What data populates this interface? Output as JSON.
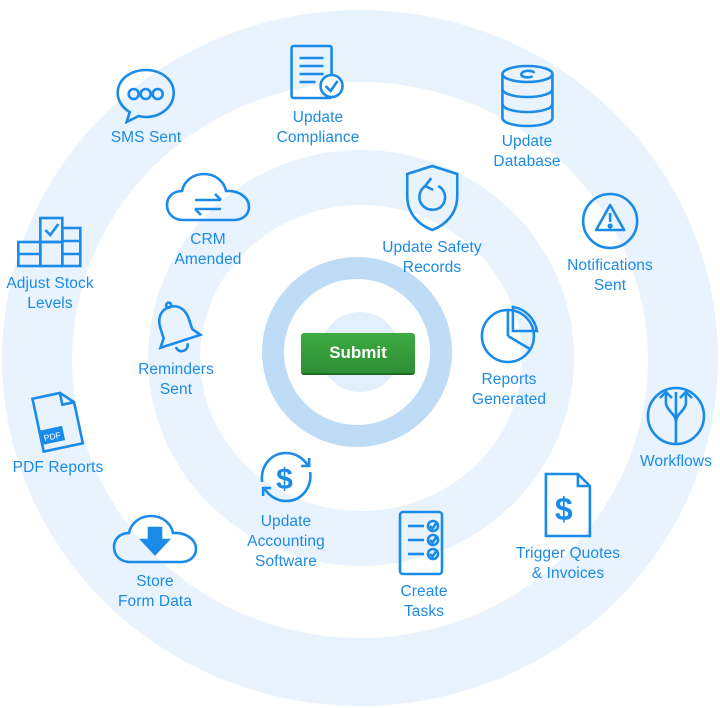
{
  "colors": {
    "accent": "#1a8be8",
    "ring": "#e9f3fd",
    "inner_ring": "#bfdcf7",
    "button": "#34a03a"
  },
  "submit_label": "Submit",
  "nodes": {
    "sms": {
      "label": "SMS Sent",
      "icon": "speech-bubble-icon"
    },
    "compliance": {
      "label": "Update\nCompliance",
      "icon": "checklist-document-icon"
    },
    "database": {
      "label": "Update\nDatabase",
      "icon": "database-icon"
    },
    "crm": {
      "label": "CRM\nAmended",
      "icon": "cloud-sync-icon"
    },
    "safety": {
      "label": "Update Safety\nRecords",
      "icon": "shield-refresh-icon"
    },
    "notifications": {
      "label": "Notifications\nSent",
      "icon": "warning-icon"
    },
    "stock": {
      "label": "Adjust Stock\nLevels",
      "icon": "stacked-boxes-icon"
    },
    "reminders": {
      "label": "Reminders\nSent",
      "icon": "bell-icon"
    },
    "reports": {
      "label": "Reports\nGenerated",
      "icon": "pie-chart-icon"
    },
    "pdf": {
      "label": "PDF Reports",
      "icon": "pdf-file-icon"
    },
    "workflows": {
      "label": "Workflows",
      "icon": "workflow-fork-icon"
    },
    "accounting": {
      "label": "Update\nAccounting\nSoftware",
      "icon": "dollar-cycle-icon"
    },
    "store": {
      "label": "Store\nForm Data",
      "icon": "cloud-download-icon"
    },
    "tasks": {
      "label": "Create\nTasks",
      "icon": "task-list-icon"
    },
    "quotes": {
      "label": "Trigger Quotes\n& Invoices",
      "icon": "dollar-document-icon"
    }
  }
}
